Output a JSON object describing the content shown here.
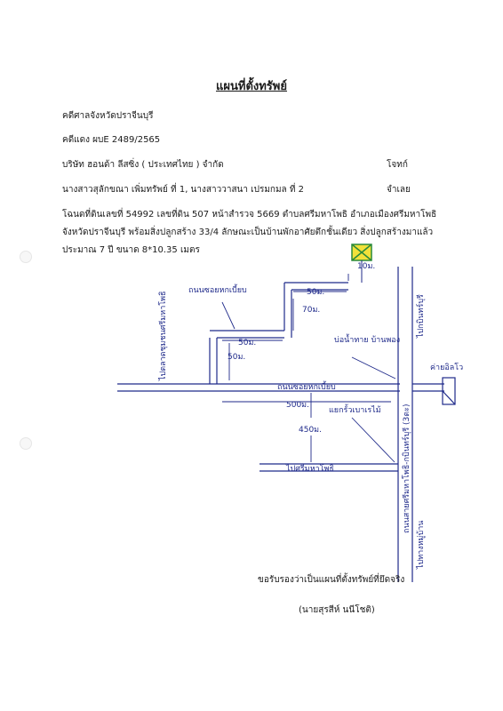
{
  "doc": {
    "title": "แผนที่ตั้งทรัพย์",
    "court": "คดีศาลจังหวัดปราจีนบุรี",
    "case_no": "คดีแดง ผบE 2489/2565",
    "plaintiff": "บริษัท ฮอนด้า ลีสซิ่ง ( ประเทศไทย ) จำกัด",
    "plaintiff_role": "โจทก์",
    "defendants": "นางสาวสุลักขณา เพิ่มทรัพย์ ที่ 1, นางสาววาสนา เปรมกมล  ที่ 2",
    "defendant_role": "จำเลย",
    "description": "โฉนดที่ดินเลขที่ 54992 เลขที่ดิน 507 หน้าสำรวจ 5669 ตำบลศรีมหาโพธิ อำเภอเมืองศรีมหาโพธิ จังหวัดปราจีนบุรี พร้อมสิ่งปลูกสร้าง 33/4  ลักษณะเป็นบ้านพักอาศัยตึกชั้นเดียว สิ่งปลูกสร้างมาแล้วประมาณ 7 ปี  ขนาด 8*10.35 เมตร",
    "certify": "ขอรับรองว่าเป็นแผนที่ตั้งทรัพย์ที่ยึดจริง",
    "signer": "(นายสุรสีห์ นนีโชติ)"
  },
  "map": {
    "labels": {
      "lane_top": "ถนนซอยหกเบี้ยบ",
      "dist_50_top": "50ม.",
      "dist_70": "70ม.",
      "dist_50_mid": "50ม.",
      "dist_50_vert": "50ม.",
      "dist_10": "10ม.",
      "left_road": "ไปตลาดชุมชนศรีมหาโพธิ",
      "water_tank": "บ่อน้ำทาย บ้านพอง",
      "lane_main": "ถนนซอยหกเบี้ยบ",
      "dist_500": "500ม.",
      "junction": "แยกรั้วเบาเรไม้",
      "dist_450": "450ม.",
      "to_sri_maha_pho": "ไปศรีมหาโพธิ",
      "main_road": "ถนนสายศรีมหาโพธิ-กบินทร์บุรี (3ตะ)",
      "to_right_top": "ไปกบินทร์บุรี",
      "to_right_bottom": "ไปทางหมู่บ้าน",
      "right_far": "ค่ายอิลโว"
    },
    "colors": {
      "ink": "#1f2a8a",
      "marker_fill": "#f2e13a",
      "marker_stroke": "#2a8a3a"
    }
  }
}
